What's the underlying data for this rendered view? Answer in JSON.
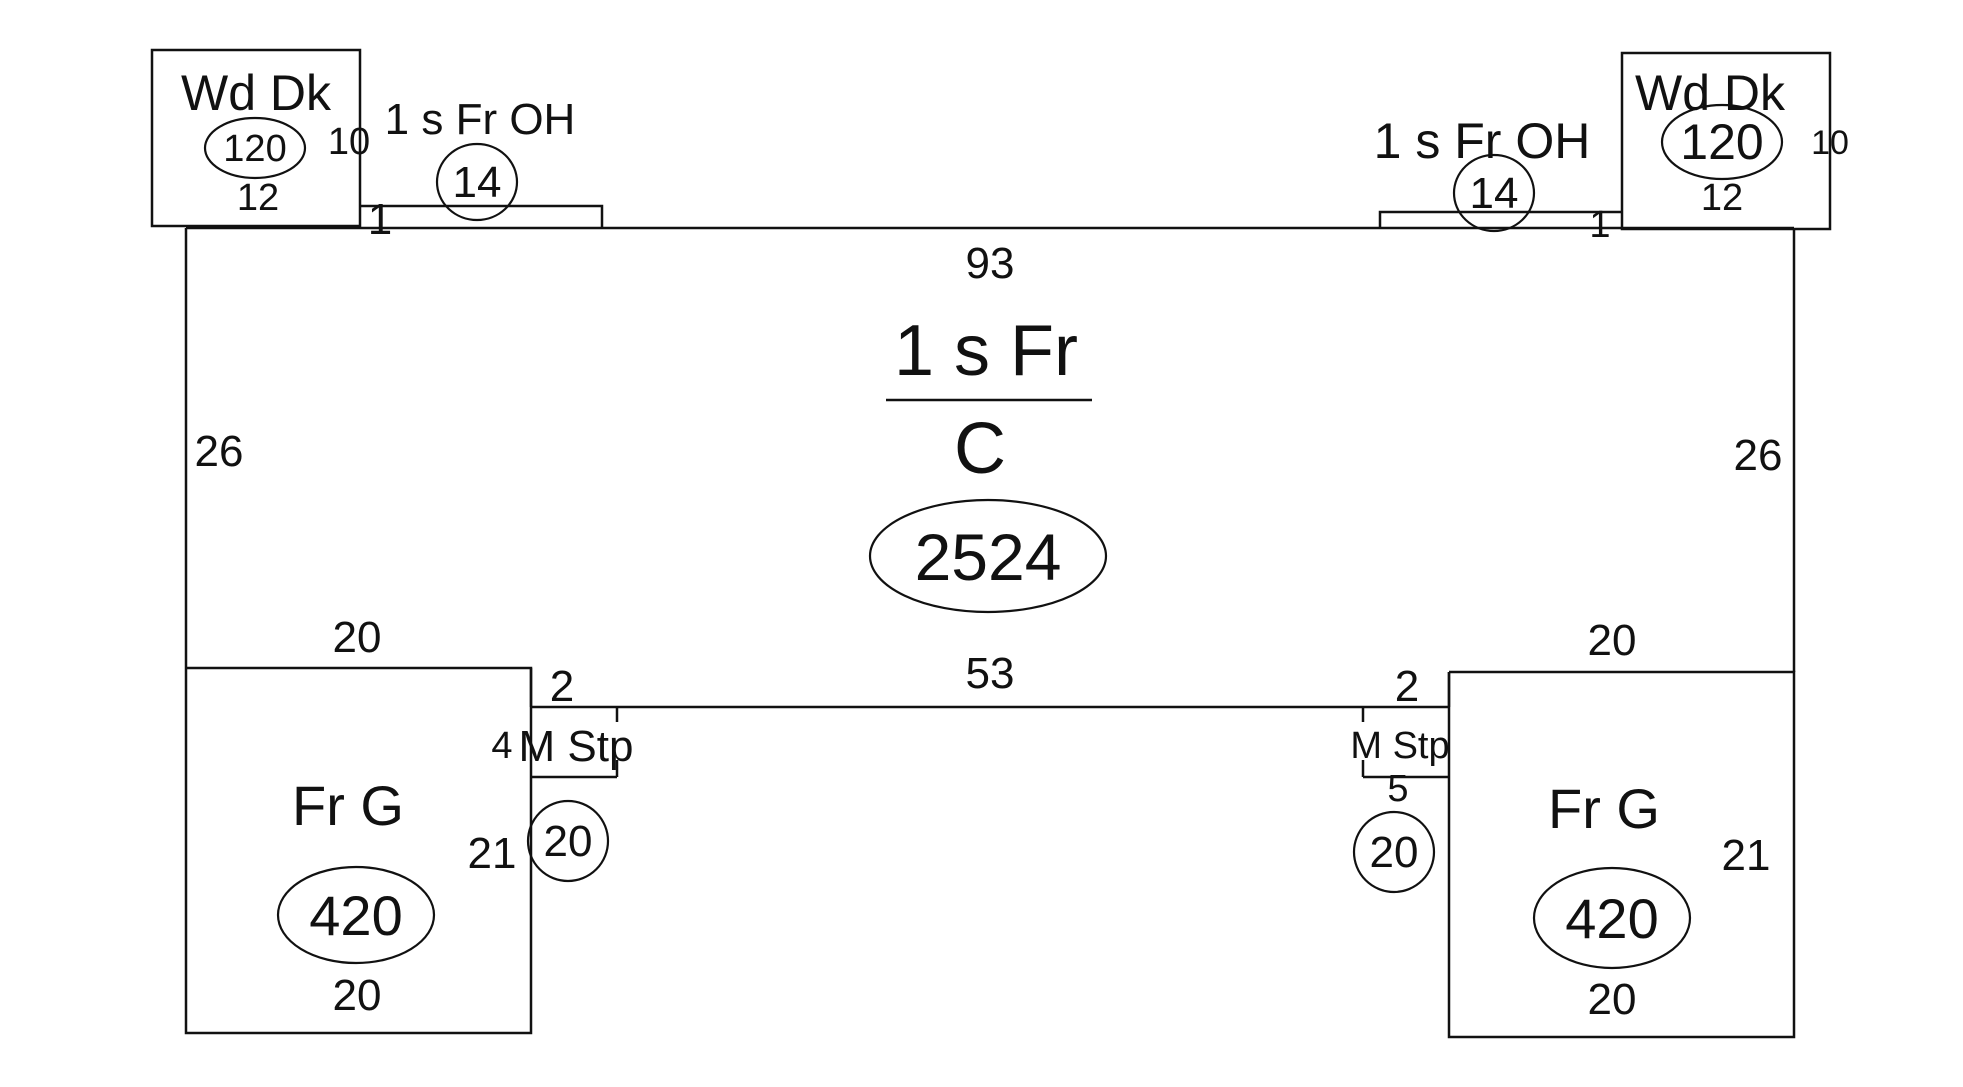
{
  "main": {
    "label": "1 s Fr",
    "sub_label": "C",
    "area": "2524",
    "top_dimension": "93",
    "bottom_dimension": "53",
    "left_dimension": "26",
    "right_dimension": "26"
  },
  "decks": [
    {
      "label": "Wd Dk",
      "area": "120",
      "width": "12",
      "depth": "10"
    },
    {
      "label": "Wd Dk",
      "area": "120",
      "width": "12",
      "depth": "10"
    }
  ],
  "overhangs": [
    {
      "label": "1 s Fr OH",
      "area": "14",
      "depth": "1"
    },
    {
      "label": "1 s Fr OH",
      "area": "14",
      "depth": "1"
    }
  ],
  "garages": [
    {
      "label": "Fr G",
      "area": "420",
      "top_dimension": "20",
      "bottom_dimension": "20",
      "side_dimension": "21",
      "offset": "2"
    },
    {
      "label": "Fr G",
      "area": "420",
      "top_dimension": "20",
      "bottom_dimension": "20",
      "side_dimension": "21",
      "offset": "2"
    }
  ],
  "stoops": [
    {
      "label": "M Stp",
      "area": "20",
      "width": "4"
    },
    {
      "label": "M Stp",
      "area": "20",
      "width": "5"
    }
  ]
}
